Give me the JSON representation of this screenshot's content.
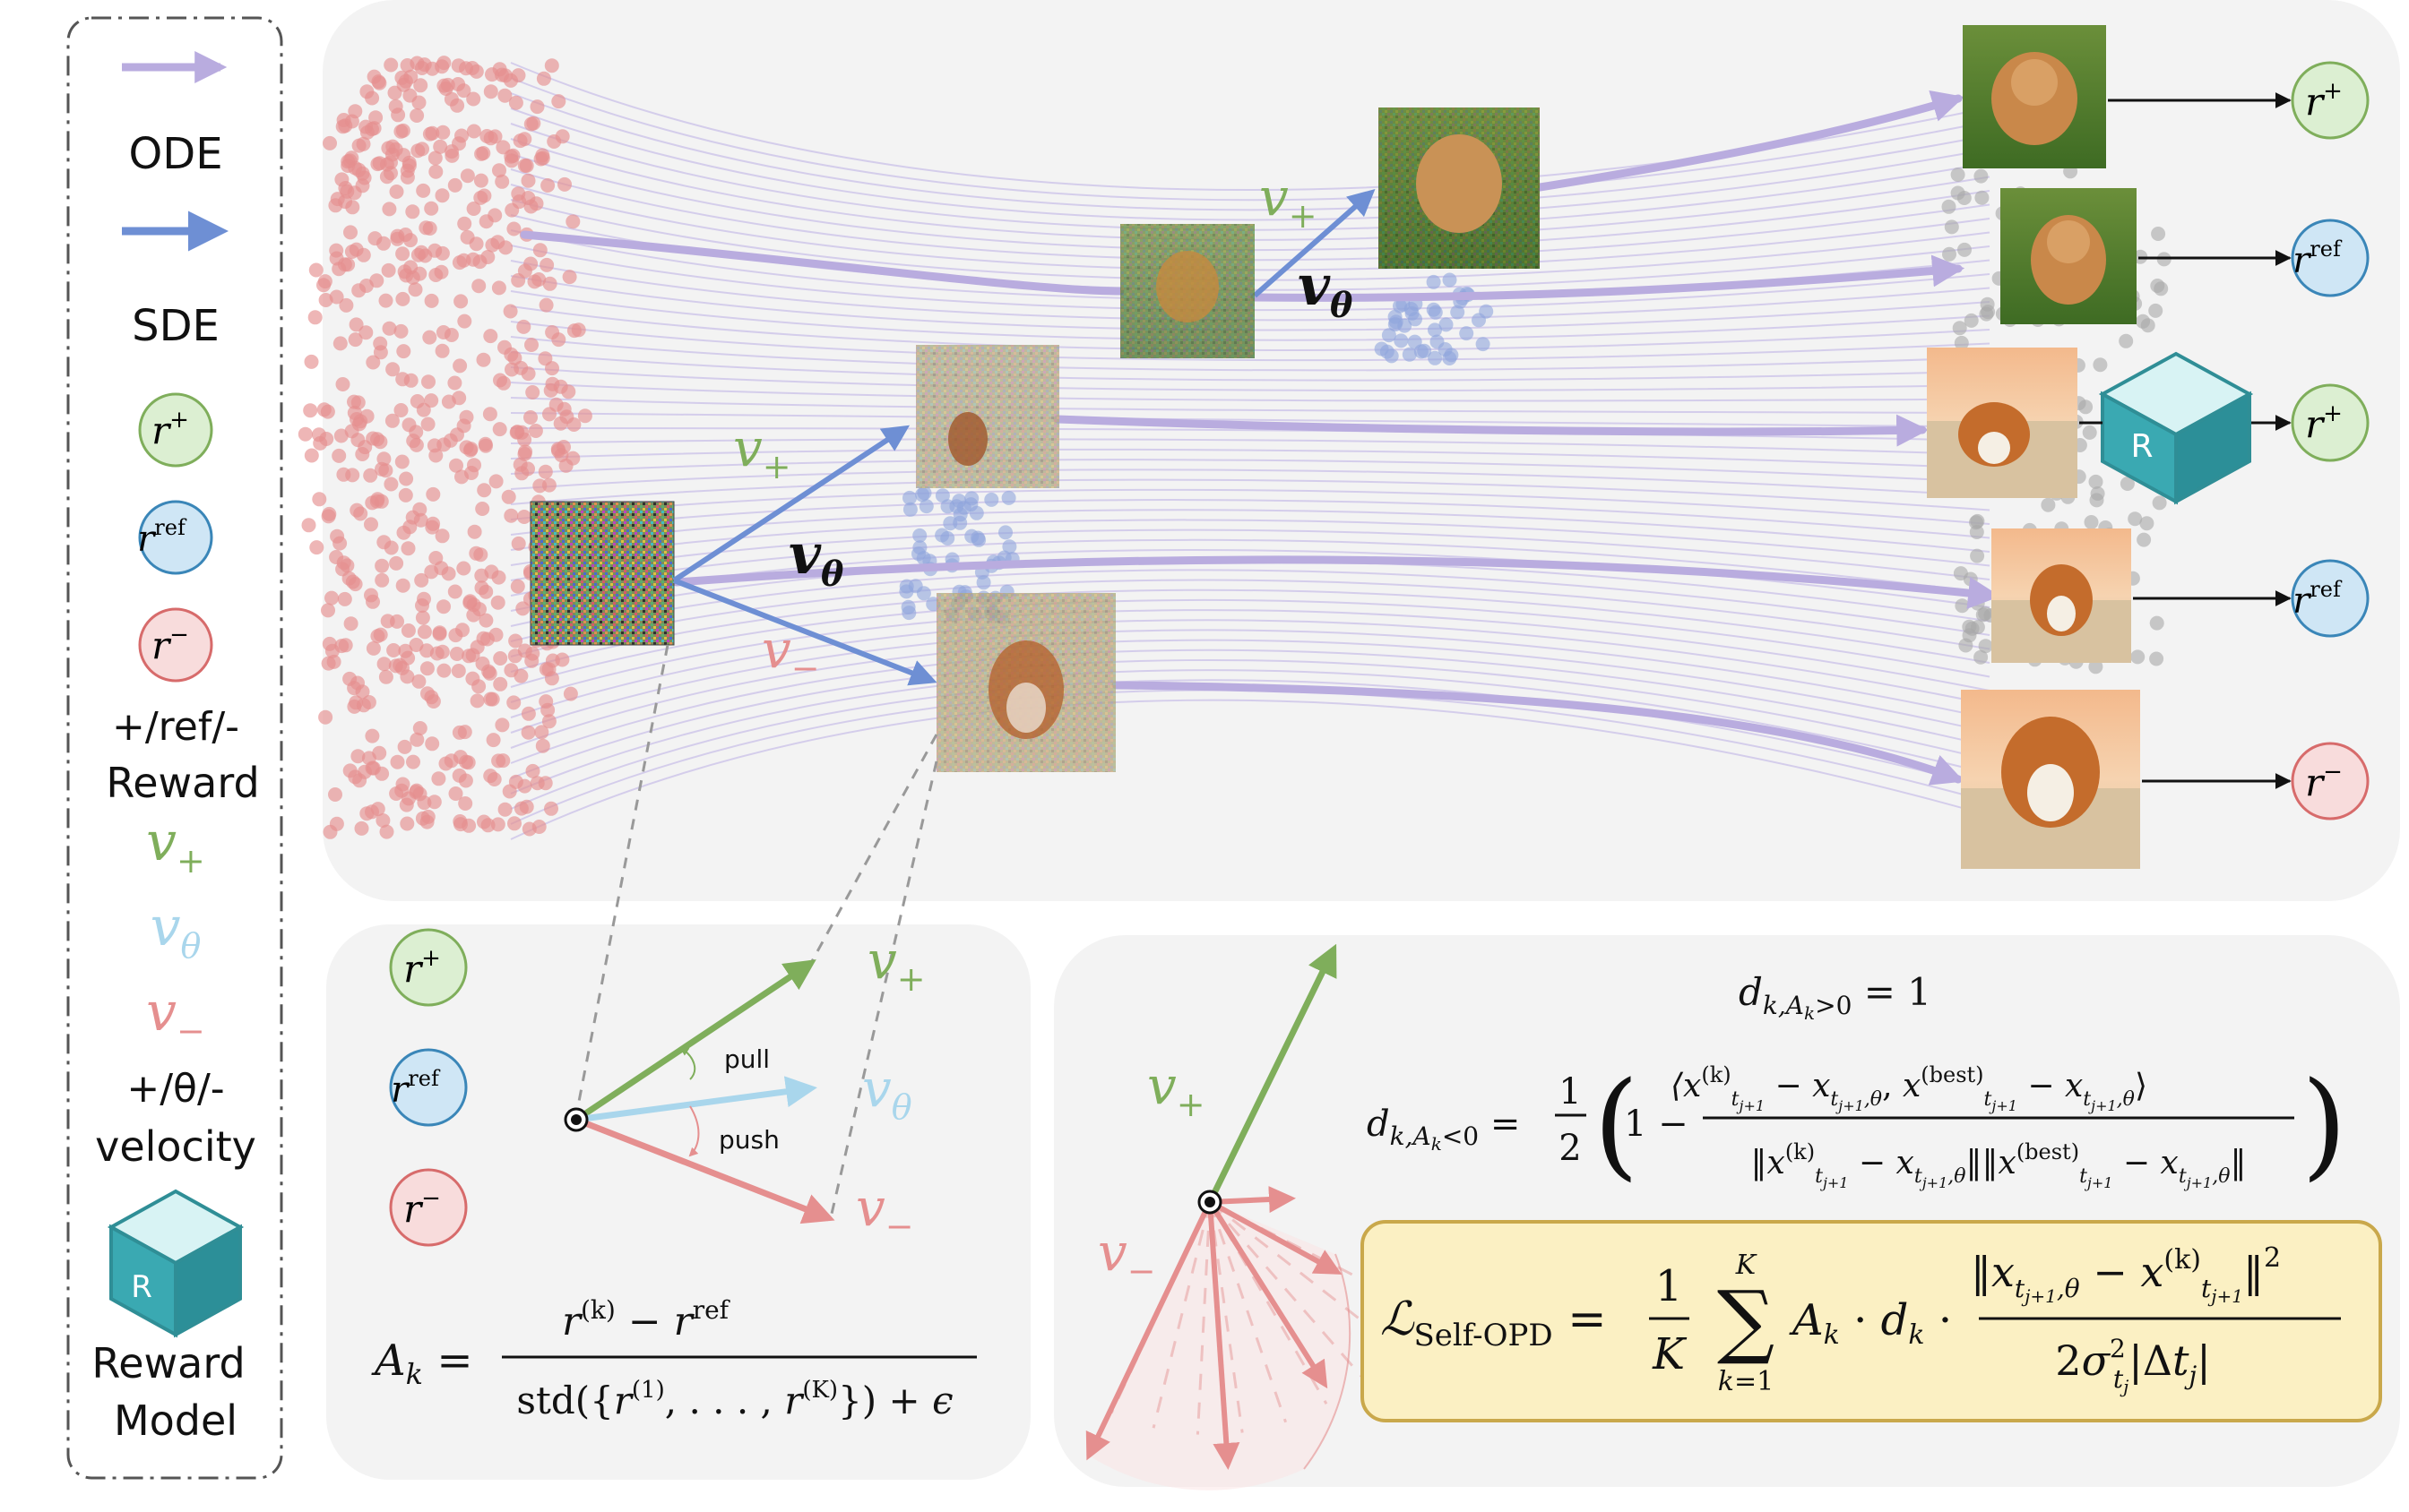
{
  "legend": {
    "ode_label": "ODE",
    "sde_label": "SDE",
    "reward_positive": "r",
    "reward_positive_sup": "+",
    "reward_ref": "r",
    "reward_ref_sup": "ref",
    "reward_negative": "r",
    "reward_negative_sup": "−",
    "reward_caption_1": "+/ref/-",
    "reward_caption_2": "Reward",
    "velocity_positive": "v",
    "velocity_positive_sub": "+",
    "velocity_theta": "v",
    "velocity_theta_sub": "θ",
    "velocity_negative": "v",
    "velocity_negative_sub": "−",
    "velocity_caption_1": "+/θ/-",
    "velocity_caption_2": "velocity",
    "model_icon_letter": "R",
    "model_caption_1": "Reward",
    "model_caption_2": "Model"
  },
  "top_panel": {
    "velocity_positive": "v",
    "velocity_positive_sub": "+",
    "velocity_theta": "v",
    "velocity_theta_sub": "θ",
    "velocity_negative": "v",
    "velocity_negative_sub": "−",
    "reward_model_letter": "R",
    "outputs": [
      {
        "r": "r",
        "sup": "+"
      },
      {
        "r": "r",
        "sup": "ref"
      },
      {
        "r": "r",
        "sup": "+"
      },
      {
        "r": "r",
        "sup": "ref"
      },
      {
        "r": "r",
        "sup": "−"
      }
    ]
  },
  "bottom_left": {
    "pull_label": "pull",
    "push_label": "push",
    "advantage_formula": "A_k = (r^(k) − r^ref) / (std({r^(1), …, r^(K)}) + ϵ)"
  },
  "bottom_right": {
    "d_pos_formula": "d_{k,A_k>0} = 1",
    "d_neg_formula": "d_{k,A_k<0} = 1/2 (1 − ⟨x^(k)_{t_{j+1}} − x_{t_{j+1},θ}, x^(best)_{t_{j+1}} − x_{t_{j+1},θ}⟩ / (‖x^(k)_{t_{j+1}} − x_{t_{j+1},θ}‖‖x^(best)_{t_{j+1}} − x_{t_{j+1},θ}‖))",
    "loss_formula": "L_Self-OPD = 1/K Σ_{k=1}^{K} A_k · d_k · ‖x_{t_{j+1},θ} − x^(k)_{t_{j+1}}‖² / (2σ²_{t_j}|Δt_j|)"
  },
  "colors": {
    "ode": "#b9acdf",
    "sde": "#6e8fd4",
    "positive": "#7fae5b",
    "theta": "#a9d6ec",
    "negative": "#e58f8f",
    "reward_pos_fill": "#dcefd2",
    "reward_ref_fill": "#cfe6f5",
    "reward_neg_fill": "#f8dcdc",
    "model_teal": "#3aa9b2",
    "formula_box": "#fbf0c3"
  }
}
